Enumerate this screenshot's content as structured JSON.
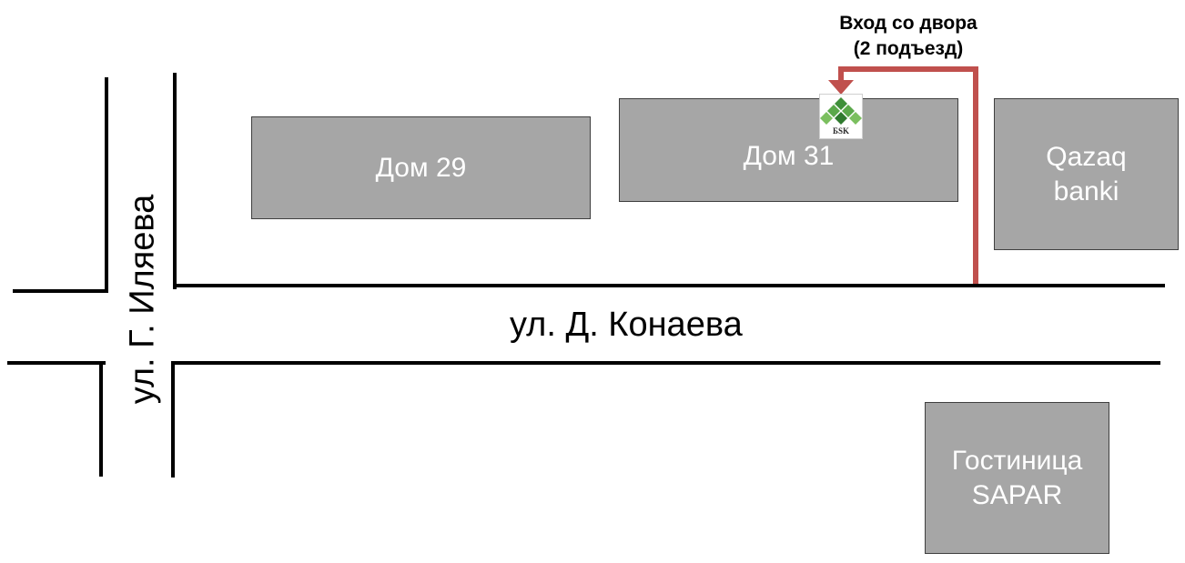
{
  "map": {
    "entrance_label": [
      "Вход со двора",
      "(2 подъезд)"
    ],
    "streets": {
      "horizontal": "ул. Д. Конаева",
      "vertical": "ул. Г. Иляева"
    },
    "buildings": [
      {
        "id": "dom-29",
        "lines": [
          "Дом 29"
        ]
      },
      {
        "id": "dom-31",
        "lines": [
          "Дом 31"
        ]
      },
      {
        "id": "qazaq-banki",
        "lines": [
          "Qazaq",
          "banki"
        ]
      },
      {
        "id": "hotel-sapar",
        "lines": [
          "Гостиница",
          "SAPAR"
        ]
      }
    ],
    "logo": {
      "text": "БSK",
      "icon": "bsk-logo-icon"
    },
    "colors": {
      "building_fill": "#a6a6a6",
      "building_text": "#ffffff",
      "route": "#c0504d",
      "road": "#000000"
    }
  }
}
